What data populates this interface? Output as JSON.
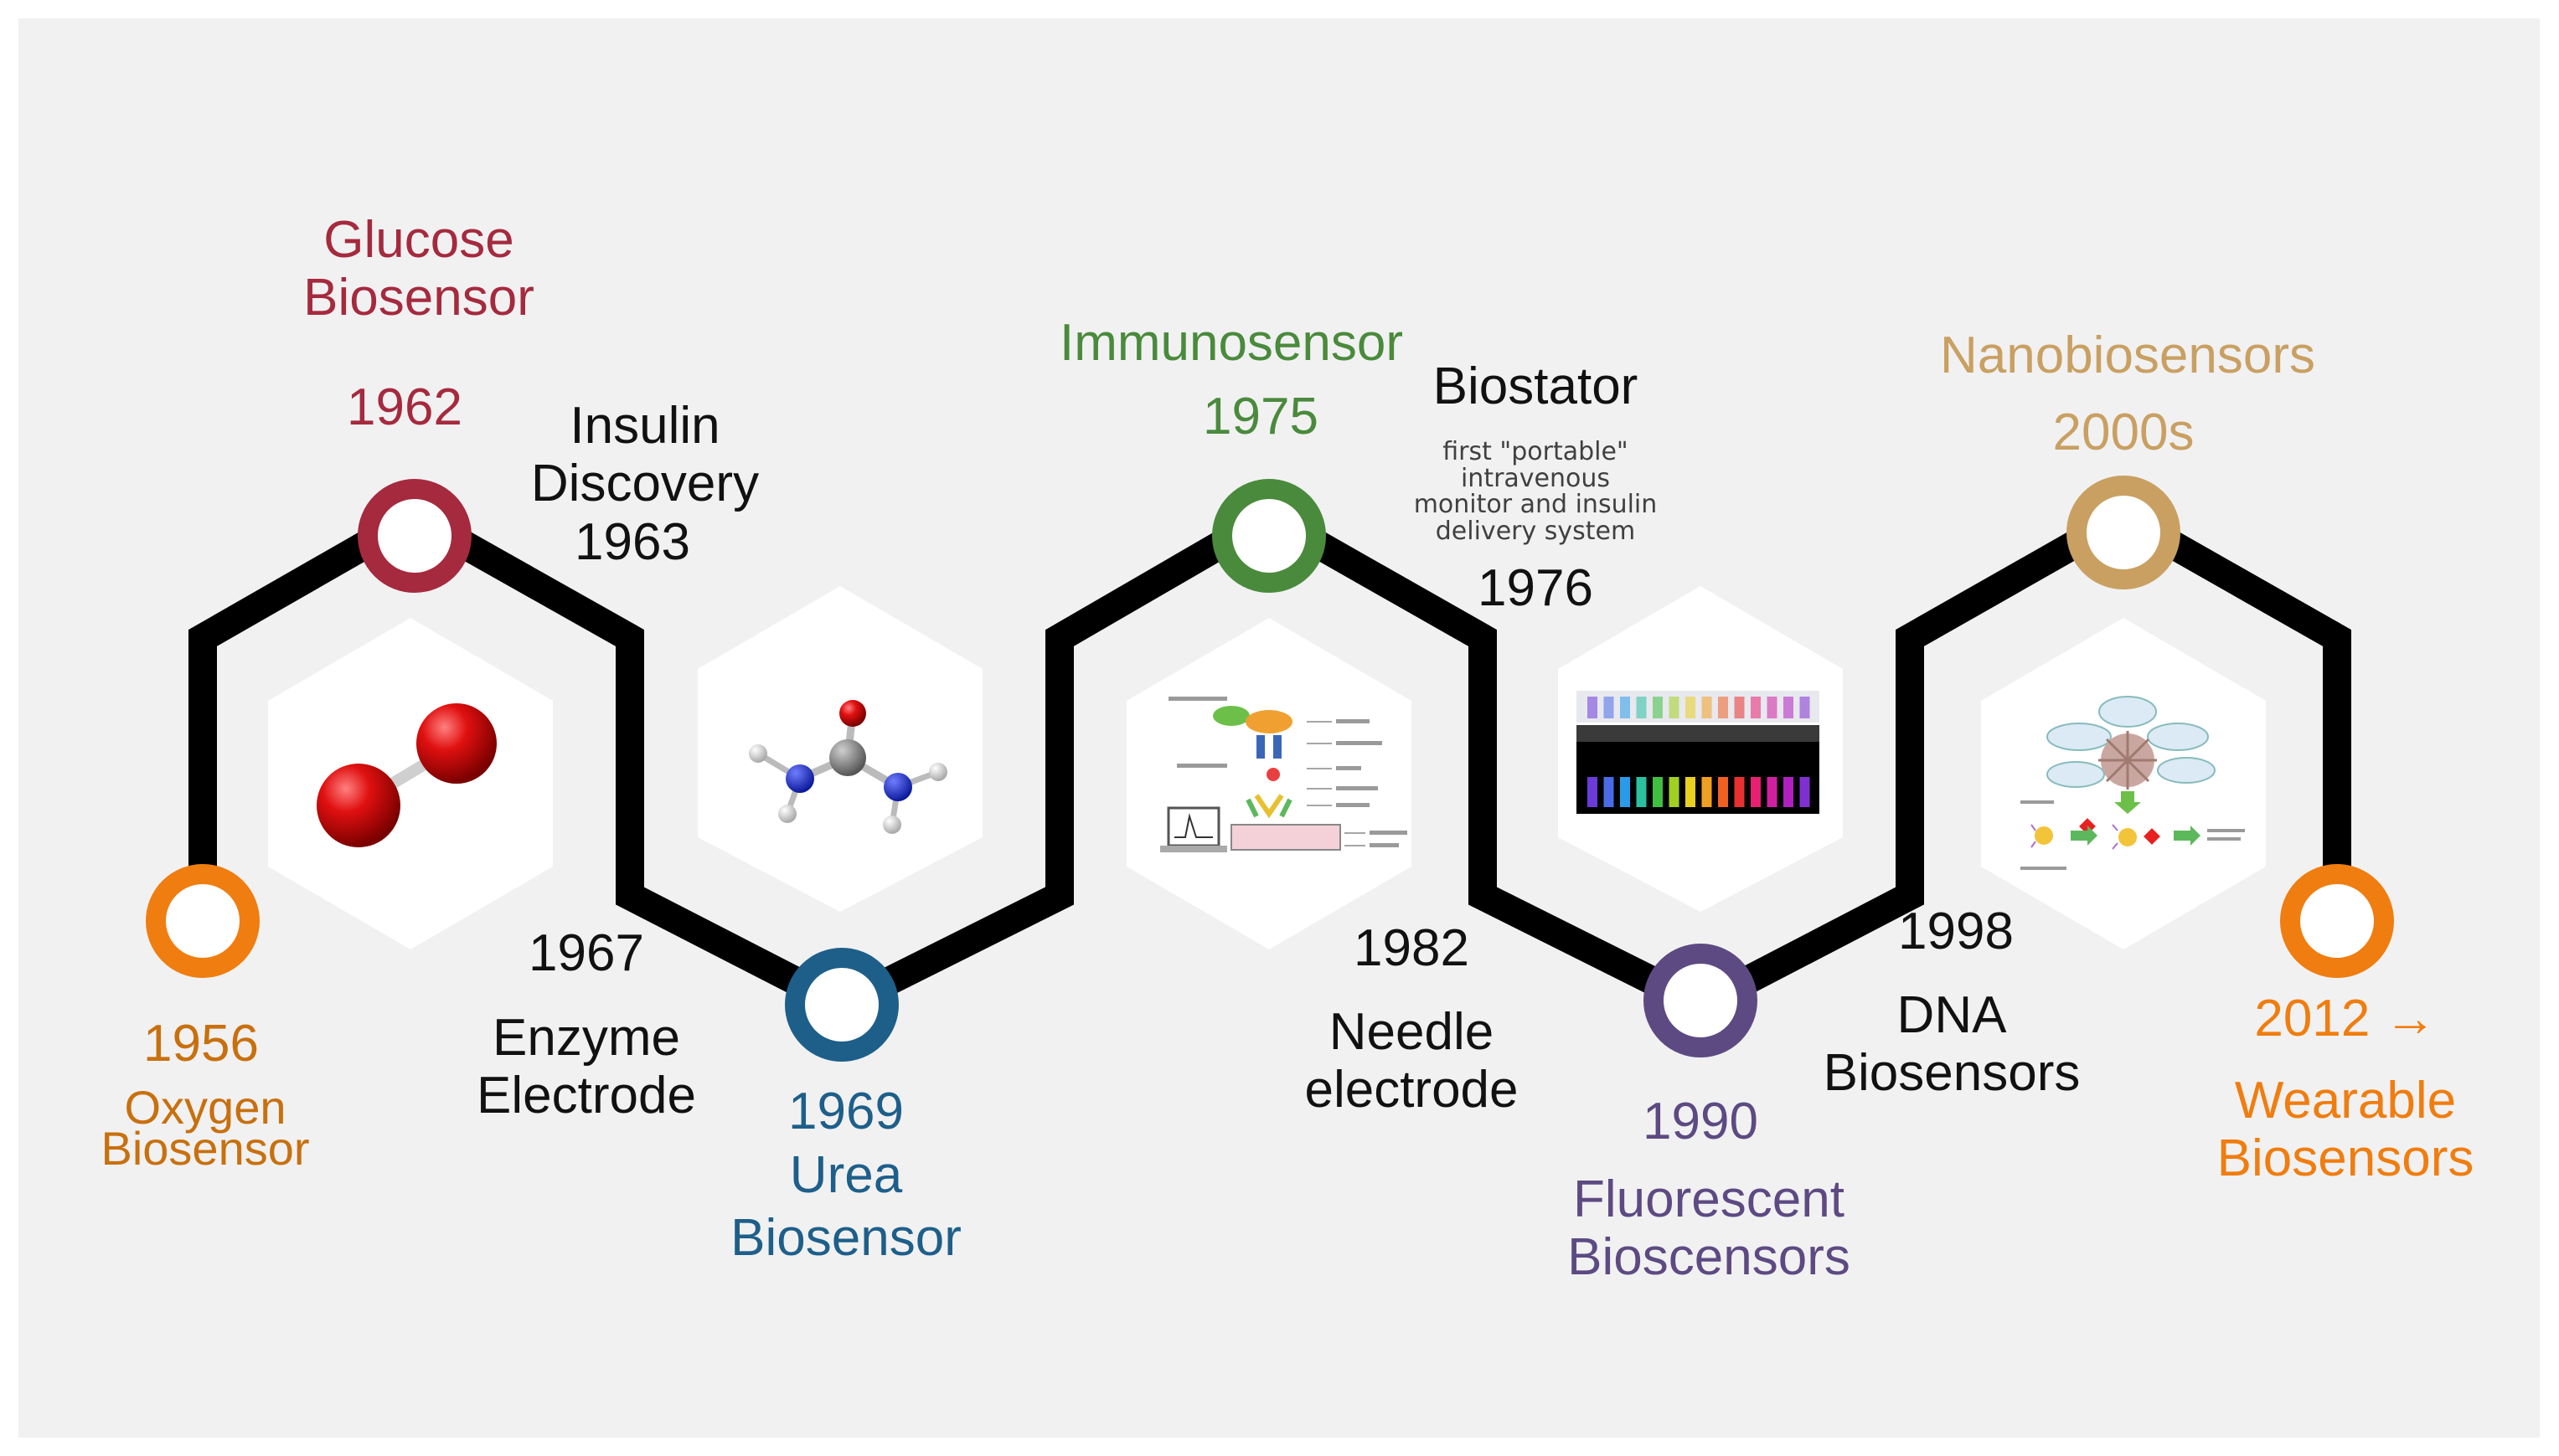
{
  "colors": {
    "background": "#f1f1f2",
    "path": "#000000",
    "hexagon": "#ffffff",
    "orange": "#f07d0f",
    "orange_text": "#c8700e",
    "crimson": "#a52a3e",
    "blue": "#1e5f8a",
    "green": "#4a8a3c",
    "purple": "#5d4a82",
    "tan": "#c9a062",
    "black_text": "#111111"
  },
  "milestones": {
    "oxygen": {
      "year": "1956",
      "title": [
        "Oxygen",
        "Biosensor"
      ]
    },
    "glucose": {
      "year": "1962",
      "title": [
        "Glucose",
        "Biosensor"
      ]
    },
    "insulin": {
      "title": [
        "Insulin",
        "Discovery"
      ],
      "year": "1963"
    },
    "enzyme": {
      "year": "1967",
      "title": [
        "Enzyme",
        "Electrode"
      ]
    },
    "urea": {
      "year": "1969",
      "title": [
        "Urea",
        "Biosensor"
      ]
    },
    "immuno": {
      "title": "Immunosensor",
      "year": "1975"
    },
    "biostator": {
      "title": "Biostator",
      "desc": [
        "first \"portable\"",
        "intravenous",
        "monitor  and insulin",
        "delivery system"
      ],
      "year": "1976"
    },
    "needle": {
      "year": "1982",
      "title": [
        "Needle",
        "electrode"
      ]
    },
    "fluor": {
      "year": "1990",
      "title": [
        "Fluorescent",
        "Bioscensors"
      ]
    },
    "dna": {
      "year": "1998",
      "title": [
        "DNA",
        "Biosensors"
      ]
    },
    "nano": {
      "title": "Nanobiosensors",
      "year": "2000s"
    },
    "wearable": {
      "year": "2012 →",
      "title": [
        "Wearable",
        "Biosensors"
      ]
    }
  },
  "images": [
    "oxygen-molecule",
    "urea-molecule",
    "immunosensor-schematic",
    "fluorescent-tubes",
    "nanobiosensor-schematic"
  ]
}
